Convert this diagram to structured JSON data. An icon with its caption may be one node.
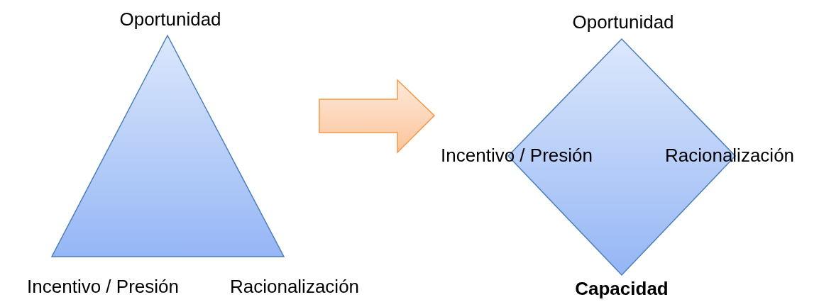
{
  "diagram": {
    "nodes": [
      {
        "text": [
          "Oportunidad",
          "Incentivo / Presión",
          "Racionalización"
        ]
      },
      {
        "text": [
          "Oportunidad",
          "Incentivo / Presión",
          "Racionalización",
          "Capacidad"
        ]
      }
    ],
    "edges": [
      {
        "from": 0,
        "to": 1,
        "arrow": "to"
      }
    ]
  }
}
